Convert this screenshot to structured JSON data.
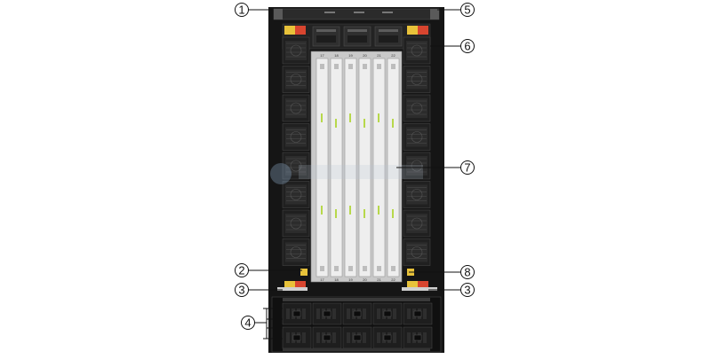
{
  "callouts": [
    {
      "id": "1",
      "label": "1"
    },
    {
      "id": "5",
      "label": "5"
    },
    {
      "id": "6",
      "label": "6"
    },
    {
      "id": "7",
      "label": "7"
    },
    {
      "id": "2",
      "label": "2"
    },
    {
      "id": "8",
      "label": "8"
    },
    {
      "id": "3a",
      "label": "3"
    },
    {
      "id": "3b",
      "label": "3"
    },
    {
      "id": "4",
      "label": "4"
    }
  ],
  "slot_numbers_top": [
    "17",
    "18",
    "19",
    "20",
    "21",
    "22"
  ],
  "slot_numbers_bottom": [
    "17",
    "18",
    "19",
    "20",
    "21",
    "22"
  ],
  "colors": {
    "chassis": "#1c1c1c",
    "panel": "#2a2a2a",
    "board": "#e6e6e6",
    "led_green": "#b7d84b",
    "label_yellow": "#e8c23a",
    "label_red": "#d8452f"
  }
}
